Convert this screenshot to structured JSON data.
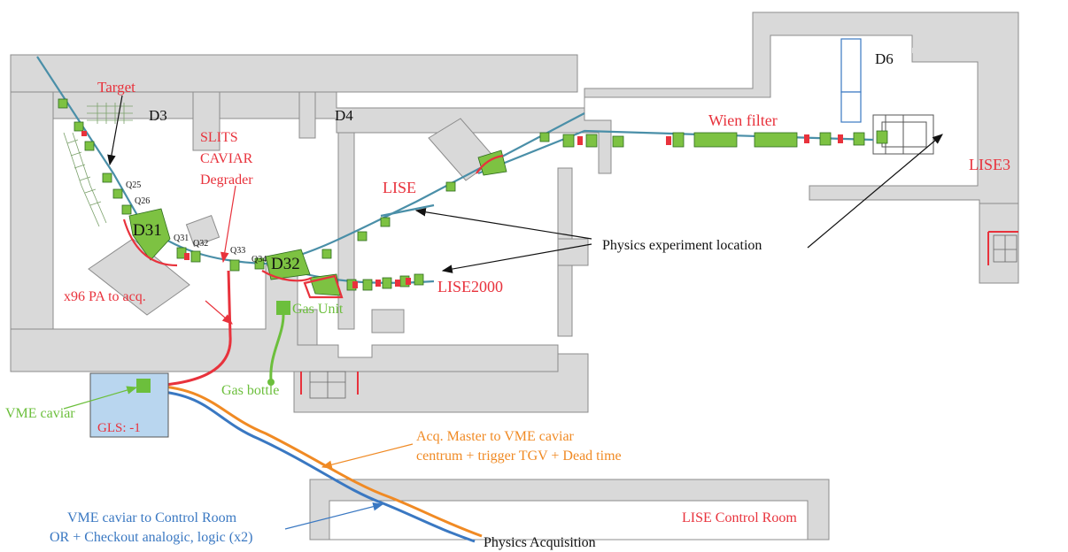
{
  "colors": {
    "wall": "#d9d9d9",
    "wall_stroke": "#8c8c8c",
    "beamline": "#4a8fa8",
    "magnet": "#7dc242",
    "red": "#e8323c",
    "green": "#6cbf3c",
    "orange": "#f08a24",
    "blue": "#3a78c2",
    "gls_fill": "#b9d6ef"
  },
  "rooms": {
    "d3": "D3",
    "d4": "D4",
    "d6": "D6"
  },
  "elements": {
    "target": "Target",
    "slits_1": "SLITS",
    "slits_2": "CAVIAR",
    "slits_3": "Degrader",
    "q25": "Q25",
    "q26": "Q26",
    "d31": "D31",
    "q31": "Q31",
    "q32": "Q32",
    "q33": "Q33",
    "q34": "Q34",
    "d32": "D32",
    "wien": "Wien filter",
    "lise": "LISE",
    "lise3": "LISE3",
    "lise2000": "LISE2000",
    "physics_exp": "Physics experiment location"
  },
  "cabling": {
    "x96": "x96 PA to acq.",
    "gas_unit": "Gas Unit",
    "gas_bottle": "Gas bottle",
    "vme_caviar": "VME caviar",
    "gls": "GLS: -1",
    "acq_master_1": "Acq. Master to VME caviar",
    "acq_master_2": "centrum + trigger TGV + Dead time",
    "vme_ctrl_1": "VME caviar to Control Room",
    "vme_ctrl_2": "OR + Checkout analogic, logic (x2)",
    "control_room": "LISE Control Room",
    "physics_acq": "Physics Acquisition"
  }
}
